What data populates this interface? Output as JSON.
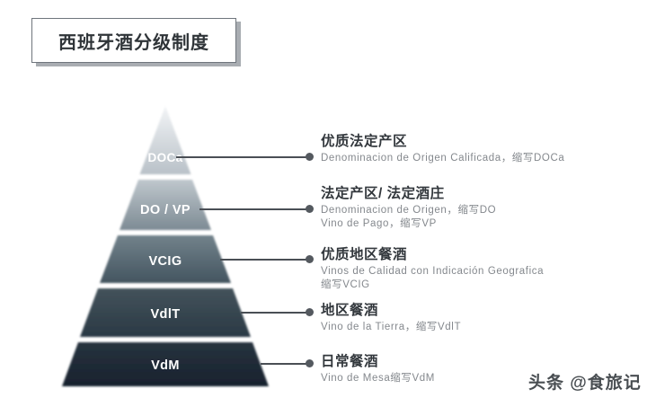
{
  "title": {
    "text": "西班牙酒分级制度"
  },
  "pyramid": {
    "tiers": [
      {
        "code": "DOCa",
        "color_top": "#e9ecef",
        "color_bottom": "#bcc3ca"
      },
      {
        "code": "DO / VP",
        "color_top": "#b8c0c7",
        "color_bottom": "#7f8d95"
      },
      {
        "code": "VCIG",
        "color_top": "#6d7d86",
        "color_bottom": "#465761"
      },
      {
        "code": "VdlT",
        "color_top": "#415058",
        "color_bottom": "#2c3b46"
      },
      {
        "code": "VdM",
        "color_top": "#27333f",
        "color_bottom": "#1a2430"
      }
    ],
    "label_color": "#ffffff"
  },
  "labels": [
    {
      "heading": "优质法定产区",
      "lines": [
        "Denominacion de Origen Calificada，缩写DOCa"
      ]
    },
    {
      "heading": "法定产区/ 法定酒庄",
      "lines": [
        "Denominacion de Origen，缩写DO",
        "Vino de Pago，缩写VP"
      ]
    },
    {
      "heading": "优质地区餐酒",
      "lines": [
        "Vinos de Calidad con Indicación Geografica",
        "缩写VCIG"
      ]
    },
    {
      "heading": "地区餐酒",
      "lines": [
        "Vino de la Tierra，缩写VdlT"
      ]
    },
    {
      "heading": "日常餐酒",
      "lines": [
        "Vino de Mesa缩写VdM"
      ]
    }
  ],
  "watermark": {
    "text": "头条 @食旅记"
  },
  "colors": {
    "background": "#ffffff",
    "leader_line": "#4a4f55",
    "leader_dot": "#54595f",
    "heading_text": "#33383d",
    "sub_text": "#84888d",
    "title_border": "#6f757c"
  }
}
